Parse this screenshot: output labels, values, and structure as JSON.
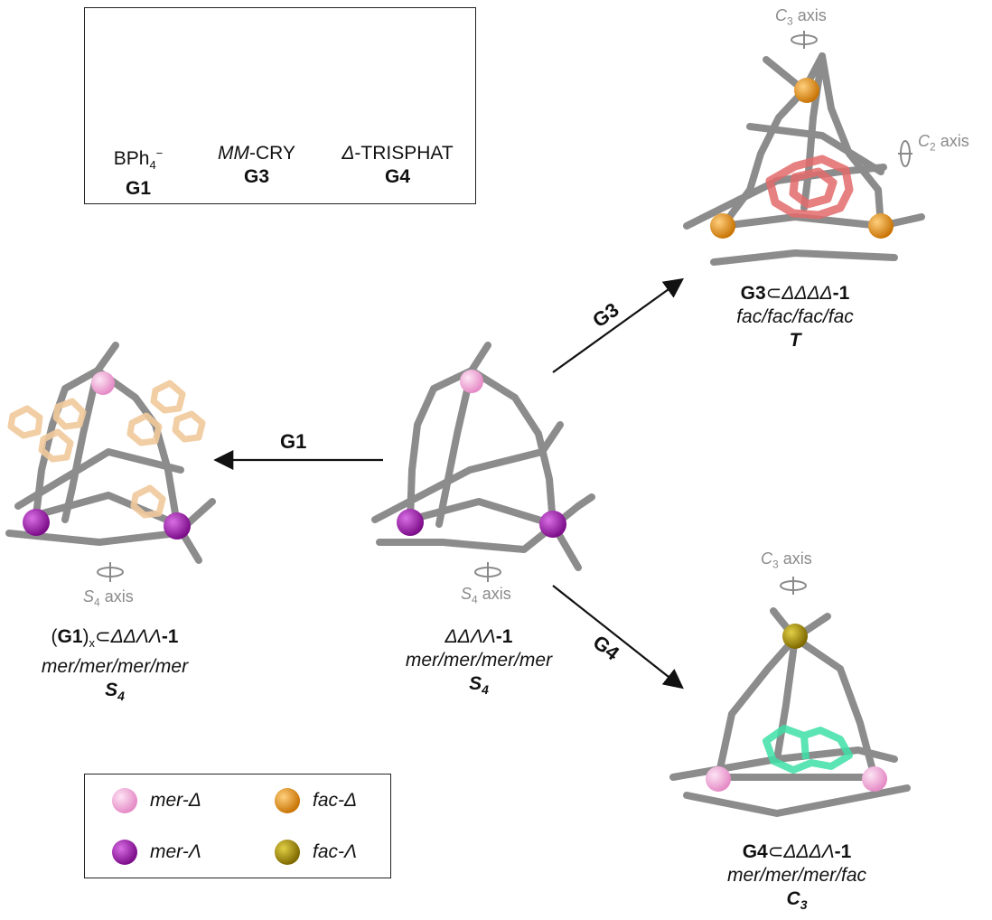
{
  "colors": {
    "framework": "#8c8c8c",
    "mer_delta": "#f2a8d8",
    "mer_lambda": "#a31fb0",
    "fac_delta": "#e8961e",
    "fac_lambda": "#b39a0a",
    "G1": "#f1c99c",
    "G3": "#e36a6a",
    "G4": "#3fe0a8"
  },
  "guest_box": {
    "guests": [
      {
        "formula_pre": "BPh",
        "sub": "4",
        "sup": "−",
        "id": "G1"
      },
      {
        "formula_it": "MM",
        "formula_post": "-CRY",
        "id": "G3"
      },
      {
        "formula_it": "Δ",
        "formula_post": "-TRISPHAT",
        "id": "G4"
      }
    ]
  },
  "center": {
    "name_it": "ΔΔΛΛ",
    "name_num": "-1",
    "config": "mer/mer/mer/mer",
    "sym_main": "S",
    "sym_sub": "4",
    "axis_sym": "S",
    "axis_sub": "4",
    "axis_word": "axis"
  },
  "left": {
    "name_pre": "(",
    "name_guest": "G1",
    "name_close": ")",
    "name_sub": "x",
    "name_subset": "⊂",
    "name_it": "ΔΔΛΛ",
    "name_num": "-1",
    "config": "mer/mer/mer/mer",
    "sym_main": "S",
    "sym_sub": "4",
    "axis_sym": "S",
    "axis_sub": "4",
    "axis_word": "axis"
  },
  "top_right": {
    "name_guest": "G3",
    "name_subset": "⊂",
    "name_it": "ΔΔΔΔ",
    "name_num": "-1",
    "config": "fac/fac/fac/fac",
    "sym_main": "T",
    "axis_c3_sym": "C",
    "axis_c3_sub": "3",
    "axis_word": "axis",
    "axis_c2_sym": "C",
    "axis_c2_sub": "2"
  },
  "bottom_right": {
    "name_guest": "G4",
    "name_subset": "⊂",
    "name_it": "ΔΔΔΛ",
    "name_num": "-1",
    "config": "mer/mer/mer/fac",
    "sym_main": "C",
    "sym_sub": "3",
    "axis_sym": "C",
    "axis_sub": "3",
    "axis_word": "axis"
  },
  "arrows": {
    "left": "G1",
    "up": "G3",
    "down": "G4"
  },
  "legend": [
    {
      "label": "mer-Δ",
      "color_key": "mer_delta"
    },
    {
      "label": "fac-Δ",
      "color_key": "fac_delta"
    },
    {
      "label": "mer-Λ",
      "color_key": "mer_lambda"
    },
    {
      "label": "fac-Λ",
      "color_key": "fac_lambda"
    }
  ]
}
